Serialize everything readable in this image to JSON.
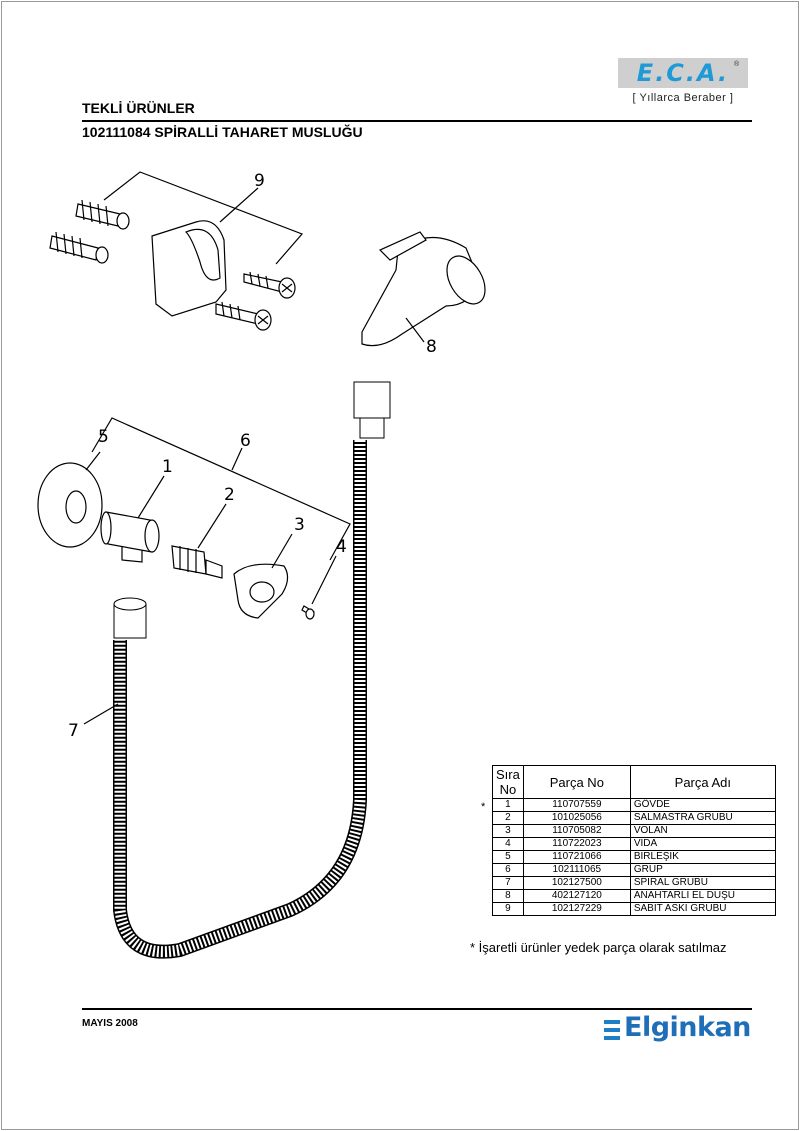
{
  "header": {
    "logo": "E.C.A.",
    "logo_mark": "®",
    "tagline": "[ Yıllarca Beraber ]",
    "category": "TEKLİ ÜRÜNLER",
    "product": "102111084 SPİRALLİ TAHARET MUSLUĞU"
  },
  "callouts": [
    "1",
    "2",
    "3",
    "4",
    "5",
    "6",
    "7",
    "8",
    "9"
  ],
  "parts_table": {
    "headers": {
      "no": "Sıra No",
      "part_no": "Parça No",
      "part_name": "Parça Adı"
    },
    "rows": [
      {
        "no": "1",
        "part_no": "110707559",
        "name": "GÖVDE",
        "marked": true
      },
      {
        "no": "2",
        "part_no": "101025056",
        "name": "SALMASTRA GRUBU",
        "marked": false
      },
      {
        "no": "3",
        "part_no": "110705082",
        "name": "VOLAN",
        "marked": false
      },
      {
        "no": "4",
        "part_no": "110722023",
        "name": "VİDA",
        "marked": false
      },
      {
        "no": "5",
        "part_no": "110721066",
        "name": "BİRLEŞİK",
        "marked": false
      },
      {
        "no": "6",
        "part_no": "102111065",
        "name": "GRUP",
        "marked": false
      },
      {
        "no": "7",
        "part_no": "102127500",
        "name": "SPİRAL GRUBU",
        "marked": false
      },
      {
        "no": "8",
        "part_no": "402127120",
        "name": "ANAHTARLI EL DUŞU",
        "marked": false
      },
      {
        "no": "9",
        "part_no": "102127229",
        "name": "SABİT ASKI GRUBU",
        "marked": false
      }
    ],
    "marker": "*"
  },
  "footnote": "* İşaretli ürünler yedek parça olarak satılmaz",
  "footer": {
    "date": "MAYIS 2008",
    "brand": "Elginkan"
  },
  "colors": {
    "accent": "#1e9bd7",
    "brand": "#1e6fb8"
  }
}
